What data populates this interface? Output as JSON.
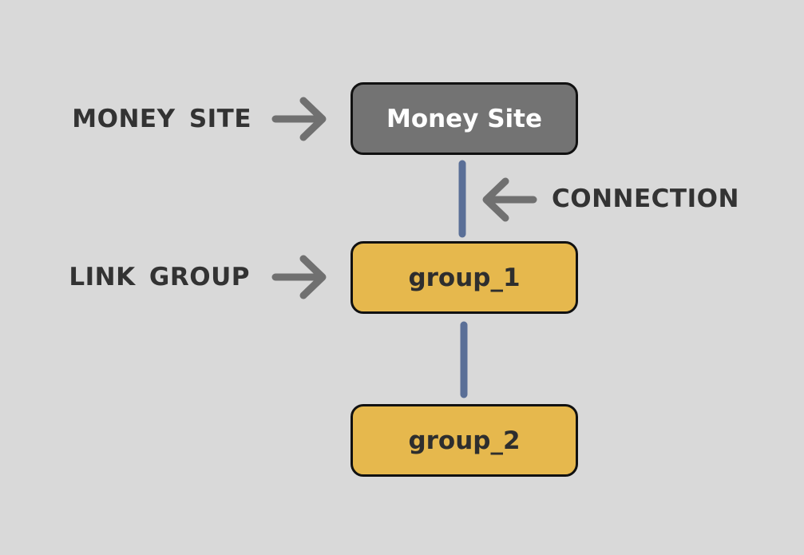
{
  "nodes": {
    "money_site": "Money Site",
    "group_1": "group_1",
    "group_2": "group_2"
  },
  "annotations": {
    "money_site": "MONEY SITE",
    "link_group": "LINK GROUP",
    "connection": "CONNECTION"
  },
  "colors": {
    "background": "#d9d9d9",
    "money_site_fill": "#737373",
    "group_fill": "#e6b84d",
    "connector": "#5a6f97",
    "arrow": "#707070",
    "label_text": "#333333"
  }
}
